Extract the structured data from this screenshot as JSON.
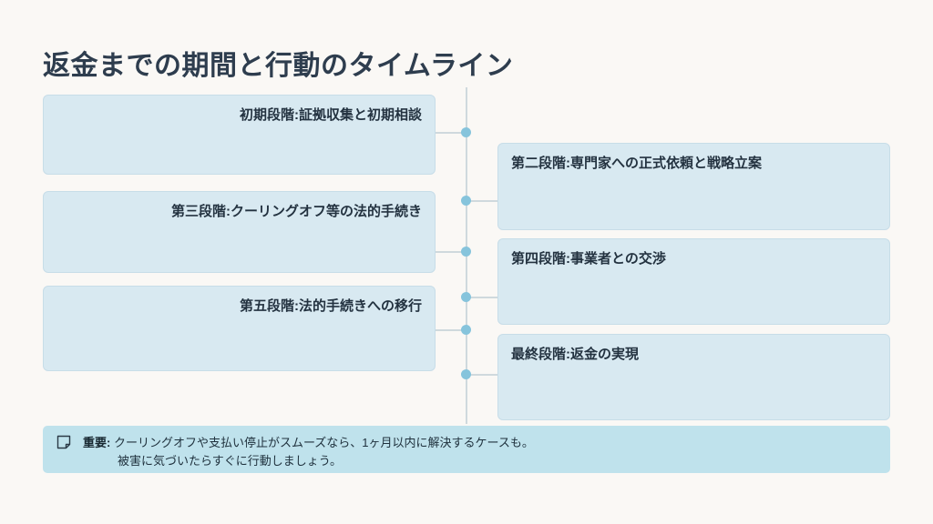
{
  "page": {
    "title": "返金までの期間と行動のタイムライン",
    "background_color": "#faf8f5",
    "title_color": "#2e3d4e"
  },
  "timeline": {
    "spine_color": "#cfd9dd",
    "dot_color": "#86c4dc",
    "card_color": "#d8e9f1",
    "card_border_color": "#c7dde8",
    "card_text_color": "#233240",
    "nodes": [
      {
        "side": "left",
        "label": "初期段階:証拠収集と初期相談"
      },
      {
        "side": "right",
        "label": "第二段階:専門家への正式依頼と戦略立案"
      },
      {
        "side": "left",
        "label": "第三段階:クーリングオフ等の法的手続き"
      },
      {
        "side": "right",
        "label": "第四段階:事業者との交渉"
      },
      {
        "side": "left",
        "label": "第五段階:法的手続きへの移行"
      },
      {
        "side": "right",
        "label": "最終段階:返金の実現"
      }
    ]
  },
  "note": {
    "icon": "note-icon",
    "background_color": "#bfe2ec",
    "label": "重要:",
    "line1": " クーリングオフや支払い停止がスムーズなら、1ヶ月以内に解決するケースも。",
    "line2": "被害に気づいたらすぐに行動しましょう。"
  }
}
